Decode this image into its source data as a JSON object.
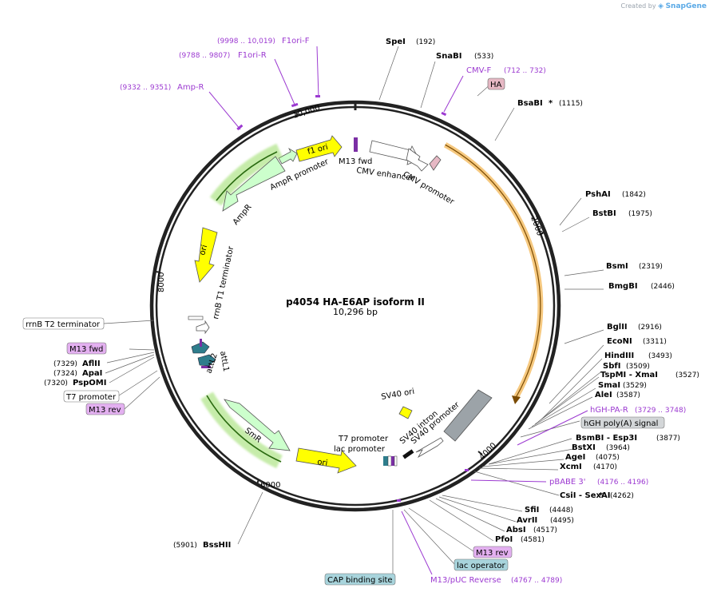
{
  "credit": {
    "prefix": "Created by",
    "brand": "SnapGene"
  },
  "plasmid": {
    "name": "p4054 HA-E6AP isoform II",
    "length_label": "10,296 bp",
    "length": 10296
  },
  "ticks": [
    {
      "label": "10,000"
    },
    {
      "label": "2000"
    },
    {
      "label": "4000"
    },
    {
      "label": "6000"
    },
    {
      "label": "8000"
    }
  ],
  "enzymes": [
    {
      "name": "SpeI",
      "star": "",
      "pos": "(192)"
    },
    {
      "name": "SnaBI",
      "star": "",
      "pos": "(533)"
    },
    {
      "name": "BsaBI",
      "star": "*",
      "pos": "(1115)"
    },
    {
      "name": "PshAI",
      "star": "",
      "pos": "(1842)"
    },
    {
      "name": "BstBI",
      "star": "",
      "pos": "(1975)"
    },
    {
      "name": "BsmI",
      "star": "",
      "pos": "(2319)"
    },
    {
      "name": "BmgBI",
      "star": "",
      "pos": "(2446)"
    },
    {
      "name": "BglII",
      "star": "",
      "pos": "(2916)"
    },
    {
      "name": "EcoNI",
      "star": "",
      "pos": "(3311)"
    },
    {
      "name": "HindIII",
      "star": "",
      "pos": "(3493)"
    },
    {
      "name": "SbfI",
      "star": "",
      "pos": "(3509)"
    },
    {
      "name": "TspMI - XmaI",
      "star": "",
      "pos": "(3527)"
    },
    {
      "name": "SmaI",
      "star": "",
      "pos": "(3529)"
    },
    {
      "name": "AleI",
      "star": "",
      "pos": "(3587)"
    },
    {
      "name": "BsmBI - Esp3I",
      "star": "",
      "pos": "(3877)"
    },
    {
      "name": "BstXI",
      "star": "",
      "pos": "(3964)"
    },
    {
      "name": "AgeI",
      "star": "",
      "pos": "(4075)"
    },
    {
      "name": "XcmI",
      "star": "",
      "pos": "(4170)"
    },
    {
      "name": "CsiI - SexAI",
      "star": "*",
      "pos": "(4262)"
    },
    {
      "name": "SfiI",
      "star": "",
      "pos": "(4448)"
    },
    {
      "name": "AvrII",
      "star": "",
      "pos": "(4495)"
    },
    {
      "name": "AbsI",
      "star": "",
      "pos": "(4517)"
    },
    {
      "name": "PfoI",
      "star": "",
      "pos": "(4581)"
    },
    {
      "name": "BssHII",
      "star": "",
      "pos": "(5901)"
    },
    {
      "name": "AflII",
      "star": "",
      "pos": "(7329)"
    },
    {
      "name": "ApaI",
      "star": "",
      "pos": "(7324)"
    },
    {
      "name": "PspOMI",
      "star": "",
      "pos": "(7320)"
    }
  ],
  "primers": [
    {
      "name": "F1ori-F",
      "range": "(9998 .. 10,019)"
    },
    {
      "name": "F1ori-R",
      "range": "(9788 .. 9807)"
    },
    {
      "name": "Amp-R",
      "range": "(9332 .. 9351)"
    },
    {
      "name": "CMV-F",
      "range": "(712 .. 732)"
    },
    {
      "name": "hGH-PA-R",
      "range": "(3729 .. 3748)"
    },
    {
      "name": "pBABE 3'",
      "range": "(4176 .. 4196)"
    },
    {
      "name": "M13/pUC Reverse",
      "range": "(4767 .. 4789)"
    }
  ],
  "boxed_labels": {
    "ha": "HA",
    "hgh_polya": "hGH poly(A) signal",
    "m13_rev_right": "M13 rev",
    "lac_operator": "lac operator",
    "cap_binding_site": "CAP binding site",
    "rrnb_t2": "rrnB T2 terminator",
    "m13_fwd_left": "M13 fwd",
    "t7_promoter_left": "T7 promoter",
    "m13_rev_left": "M13 rev"
  },
  "features": {
    "f1_ori": "f1 ori",
    "ampr_promoter": "AmpR promoter",
    "ampr": "AmpR",
    "ori_left": "ori",
    "rrnb_t1": "rrnB T1 terminator",
    "attl1": "attL1",
    "attl2": "attL2",
    "smr": "SmR",
    "ori_bottom": "ori",
    "t7_promoter": "T7 promoter",
    "lac_promoter": "lac promoter",
    "sv40_intron": "SV40 intron",
    "sv40_promoter": "SV40 promoter",
    "sv40_ori": "SV40 ori",
    "m13_fwd": "M13 fwd",
    "cmv_enhancer": "CMV enhancer",
    "cmv_promoter": "CMV promoter"
  },
  "colors": {
    "backbone": "#222222",
    "orf": "#f5c06a",
    "yellow": "#ffff00",
    "green_fill": "#ccffcc",
    "green_glow": "#99dd66",
    "primer": "#9c3ad1",
    "teal": "#2e7d8c",
    "gray": "#9ca3a8",
    "ha_box": "#e6b8c4",
    "light_blue": "#a8d4dc",
    "m13_box": "#e3b0f0"
  }
}
